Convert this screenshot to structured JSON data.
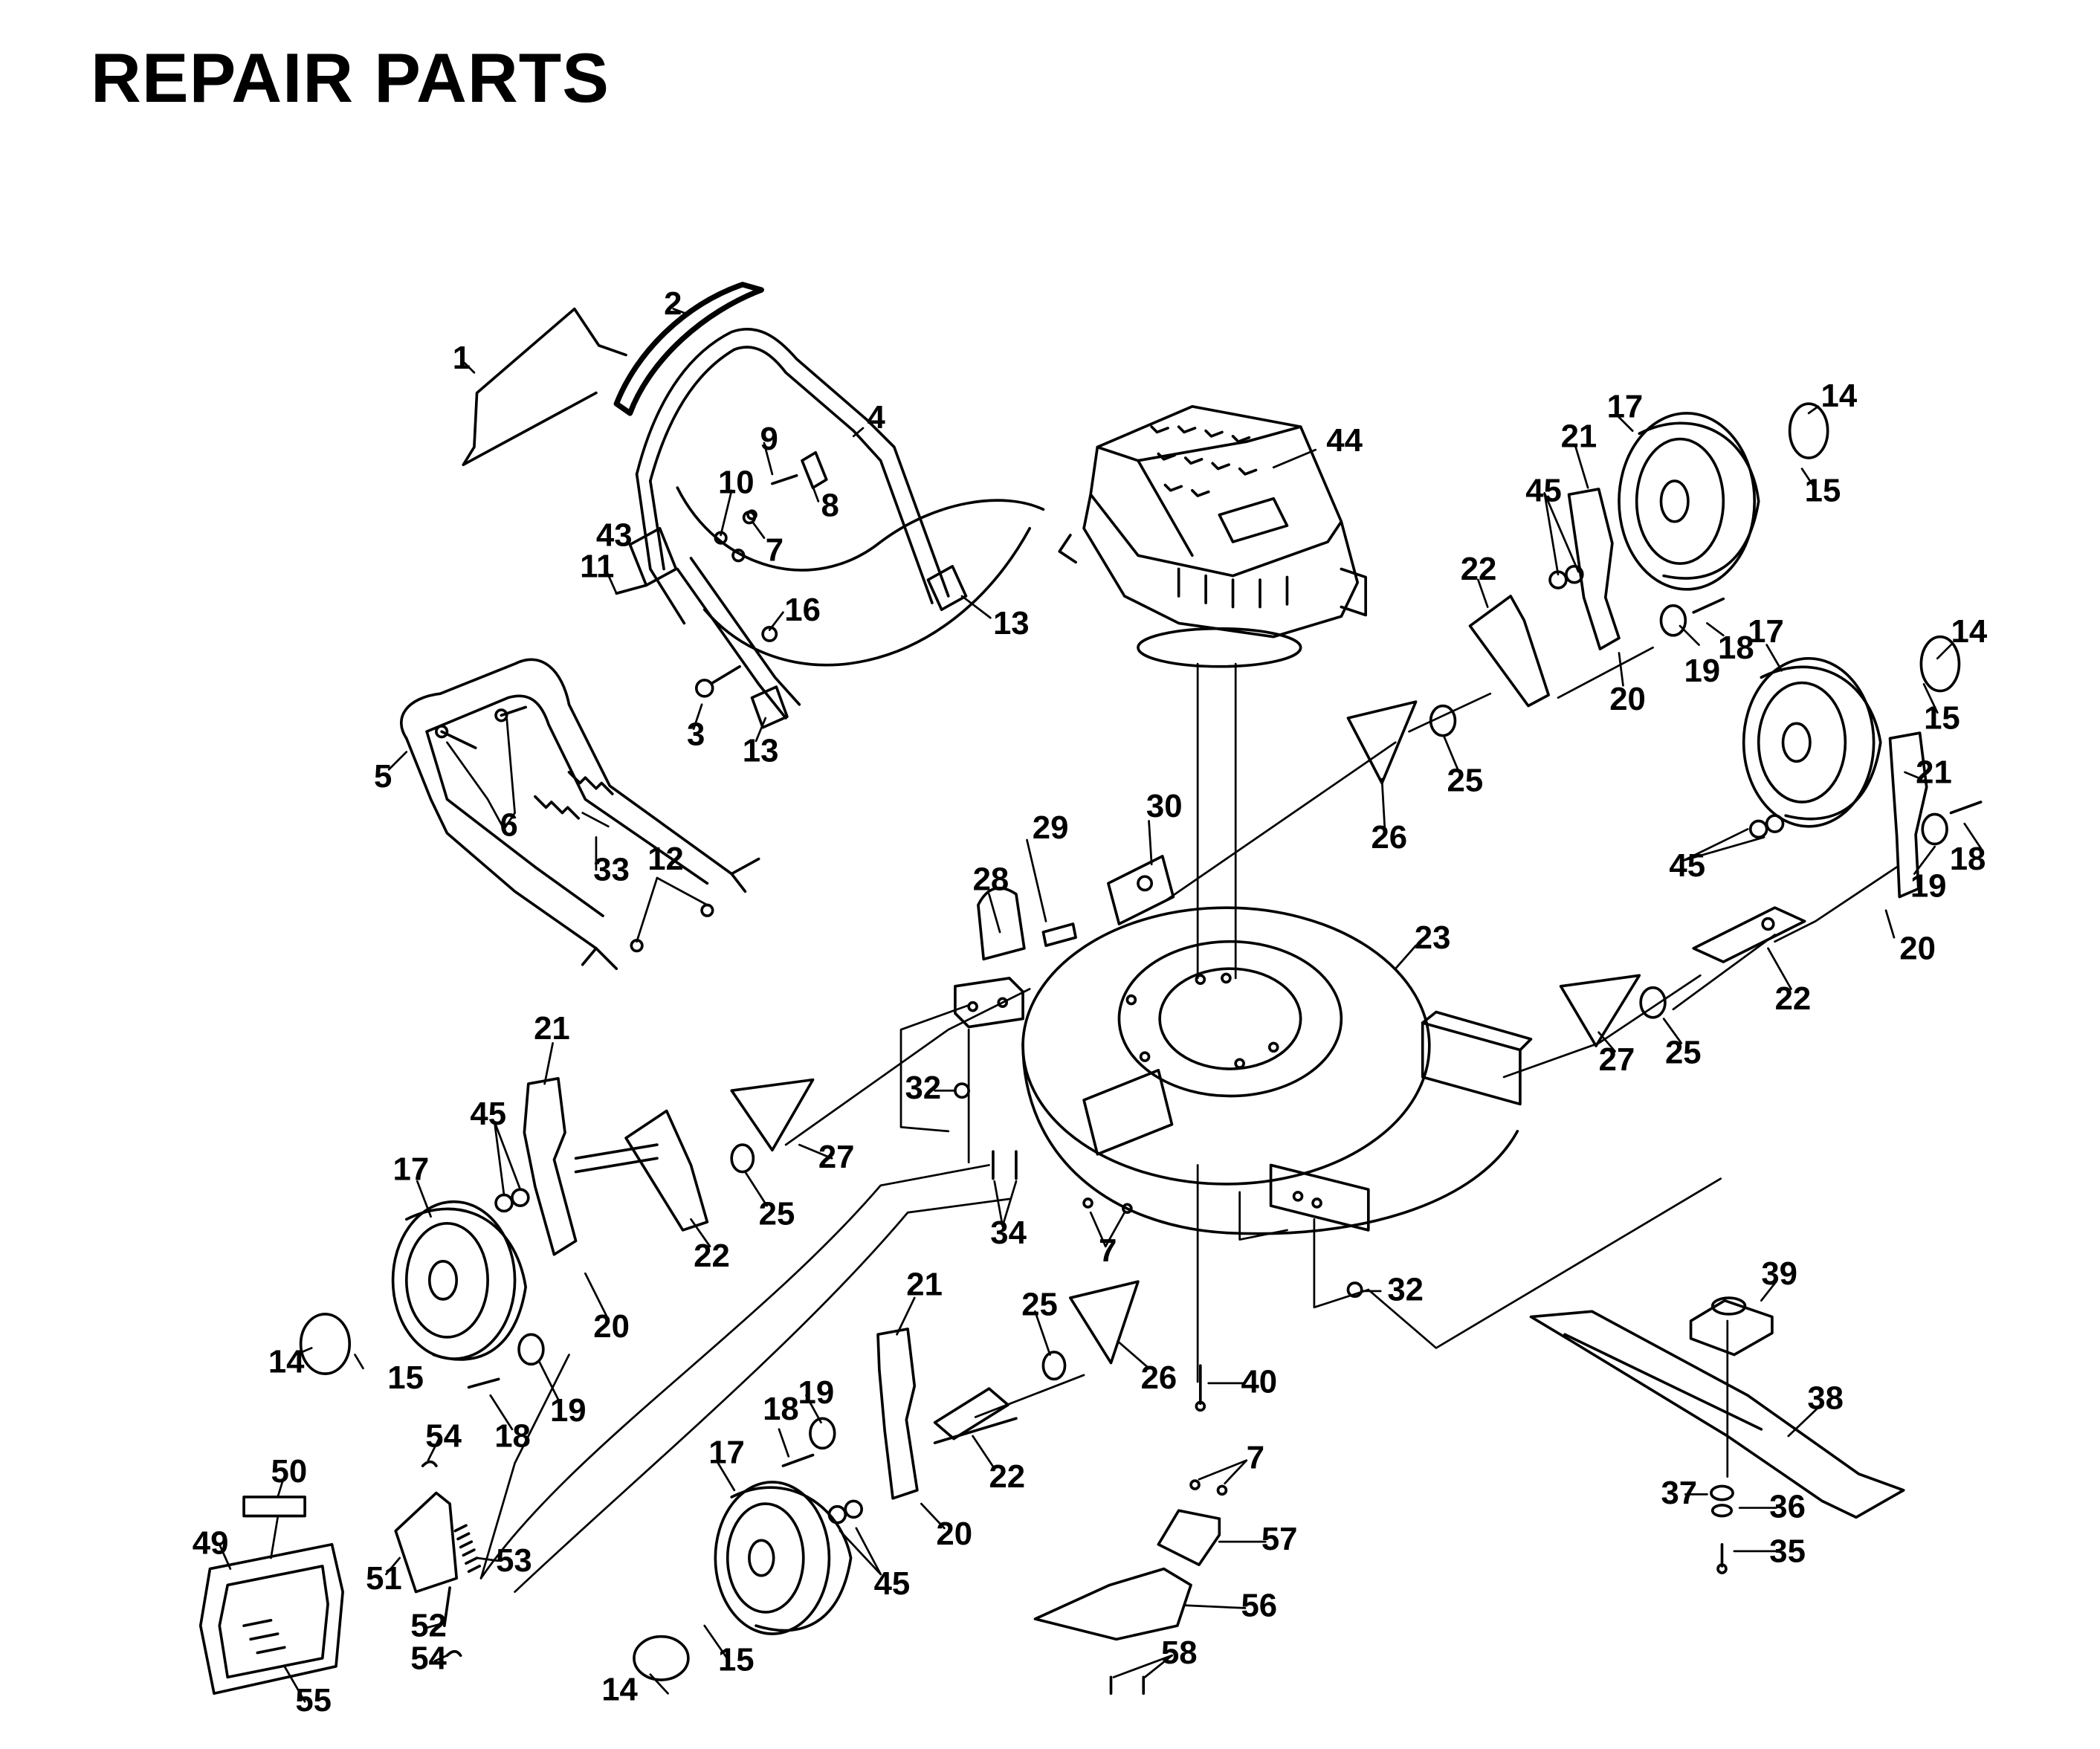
{
  "page": {
    "title": "REPAIR PARTS"
  },
  "callout_labels": {
    "p1": "1",
    "p2": "2",
    "p3": "3",
    "p4": "4",
    "p5": "5",
    "p6": "6",
    "p7a": "7",
    "p7b": "7",
    "p7c": "7",
    "p8": "8",
    "p9": "9",
    "p10": "10",
    "p11": "11",
    "p12": "12",
    "p13a": "13",
    "p13b": "13",
    "p14a": "14",
    "p14b": "14",
    "p14c": "14",
    "p14d": "14",
    "p15a": "15",
    "p15b": "15",
    "p15c": "15",
    "p15d": "15",
    "p16": "16",
    "p17a": "17",
    "p17b": "17",
    "p17c": "17",
    "p17d": "17",
    "p18a": "18",
    "p18b": "18",
    "p18c": "18",
    "p18d": "18",
    "p19a": "19",
    "p19b": "19",
    "p19c": "19",
    "p19d": "19",
    "p20a": "20",
    "p20b": "20",
    "p20c": "20",
    "p20d": "20",
    "p21a": "21",
    "p21b": "21",
    "p21c": "21",
    "p21d": "21",
    "p22a": "22",
    "p22b": "22",
    "p22c": "22",
    "p22d": "22",
    "p23": "23",
    "p25a": "25",
    "p25b": "25",
    "p25c": "25",
    "p25d": "25",
    "p26a": "26",
    "p26b": "26",
    "p27a": "27",
    "p27b": "27",
    "p28": "28",
    "p29": "29",
    "p30": "30",
    "p32a": "32",
    "p32b": "32",
    "p33": "33",
    "p34": "34",
    "p35": "35",
    "p36": "36",
    "p37": "37",
    "p38": "38",
    "p39": "39",
    "p40": "40",
    "p43": "43",
    "p44": "44",
    "p45a": "45",
    "p45b": "45",
    "p45c": "45",
    "p45d": "45",
    "p49": "49",
    "p50": "50",
    "p51": "51",
    "p52": "52",
    "p53": "53",
    "p54a": "54",
    "p54b": "54",
    "p55": "55",
    "p56": "56",
    "p57": "57",
    "p58": "58"
  }
}
